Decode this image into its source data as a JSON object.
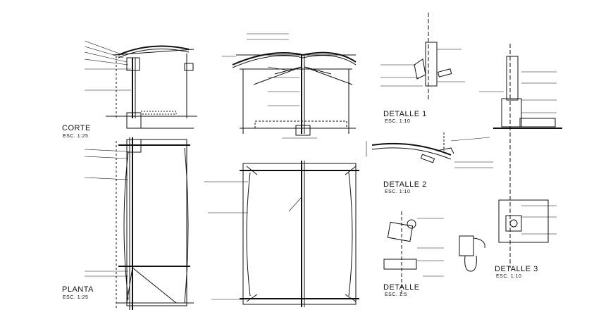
{
  "sheet": {
    "views": [
      {
        "id": "corte",
        "title": "CORTE",
        "scale": "ESC. 1:25"
      },
      {
        "id": "planta",
        "title": "PLANTA",
        "scale": "ESC. 1:25"
      },
      {
        "id": "detalle-1",
        "title": "DETALLE 1",
        "scale": "ESC. 1:10"
      },
      {
        "id": "detalle-2",
        "title": "DETALLE 2",
        "scale": "ESC. 1:10"
      },
      {
        "id": "detalle-3",
        "title": "DETALLE 3",
        "scale": "ESC. 1:10"
      },
      {
        "id": "detalle",
        "title": "DETALLE",
        "scale": "ESC. 1:5"
      }
    ]
  },
  "colors": {
    "line": "#111111",
    "background": "#ffffff"
  }
}
